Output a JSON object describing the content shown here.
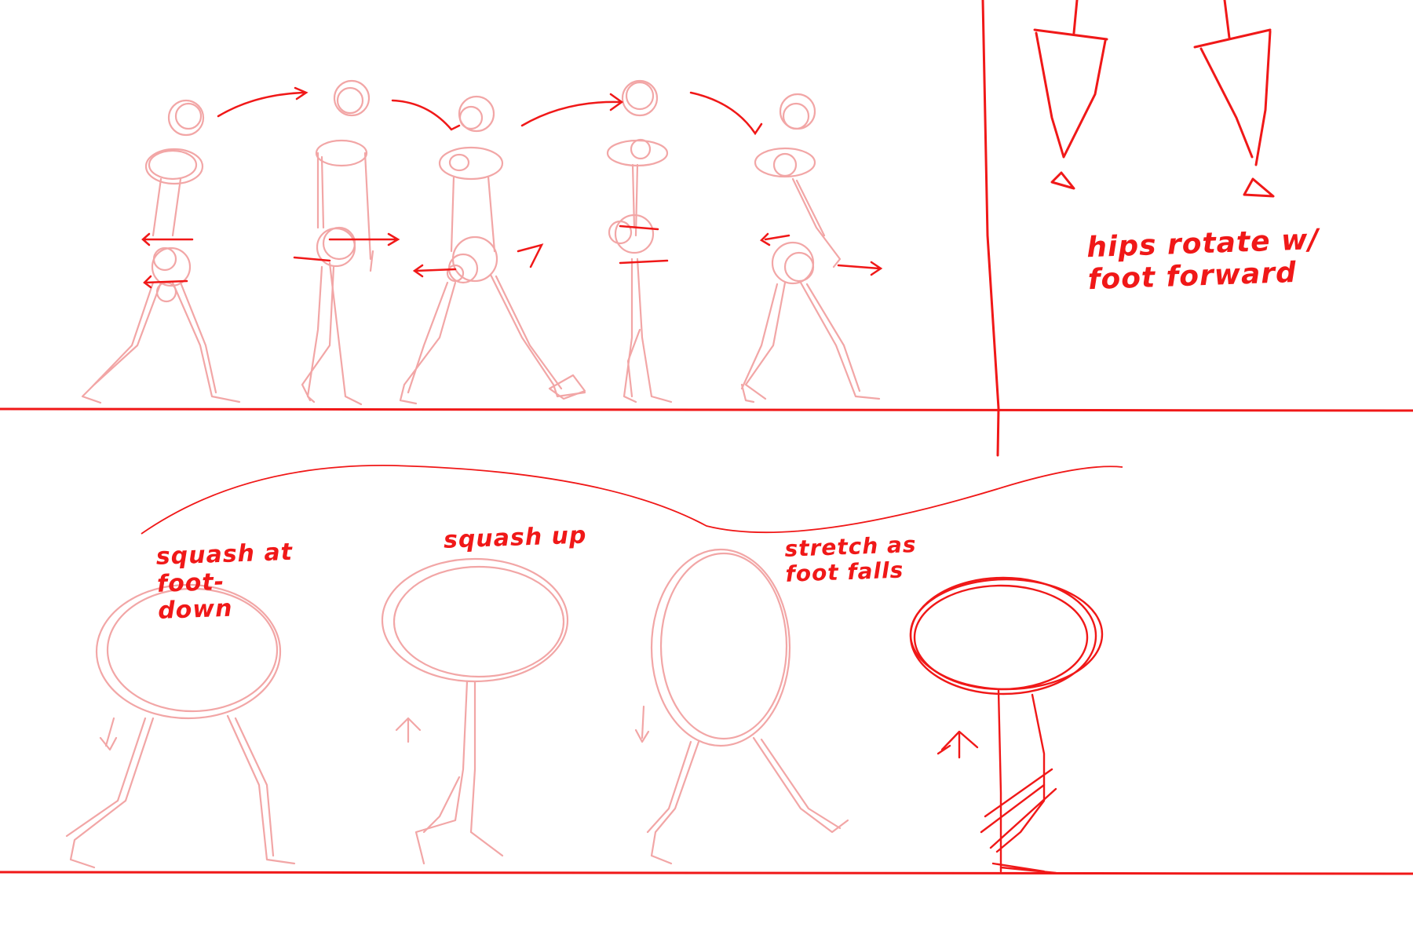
{
  "colors": {
    "ink": "#f01818",
    "sketch": "#f2a6a6",
    "paper": "#ffffff"
  },
  "notes": {
    "hips": "hips rotate w/\nfoot forward",
    "squash_down": "squash at\nfoot-\ndown",
    "squash_up": "squash up",
    "stretch": "stretch as\nfoot falls"
  }
}
